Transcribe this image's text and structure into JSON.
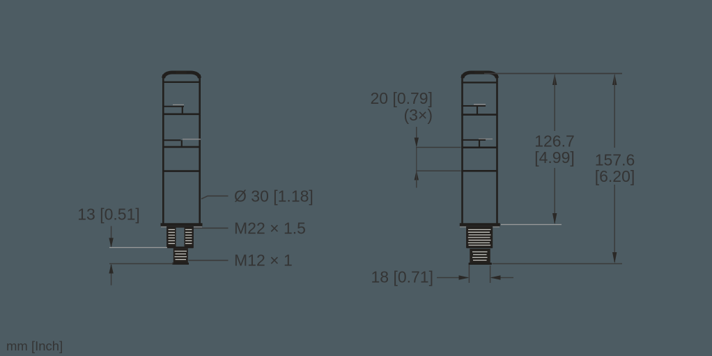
{
  "title": "Signal tower light dimensional drawing",
  "colors": {
    "background": "#4d5c63",
    "outline": "#211f1d",
    "dimension_line": "#3a3a3a",
    "light_extension_line": "#9b9b9b",
    "thread_fill": "#24211e",
    "thread_stripe": "#c7c6c1",
    "text": "#343434"
  },
  "left_view": {
    "dim_connector_length": "13 [0.51]",
    "label_diameter": "Ø 30 [1.18]",
    "label_thread_housing": "M22 × 1.5",
    "label_thread_connector": "M12 × 1"
  },
  "right_view": {
    "dim_module_height": "20 [0.79]",
    "dim_module_count": "(3×)",
    "dim_body_height_mm": "126.7",
    "dim_body_height_inch": "[4.99]",
    "dim_total_height_mm": "157.6",
    "dim_total_height_inch": "[6.20]",
    "dim_connector_width": "18 [0.71]"
  },
  "footer": {
    "units": "mm [Inch]"
  }
}
